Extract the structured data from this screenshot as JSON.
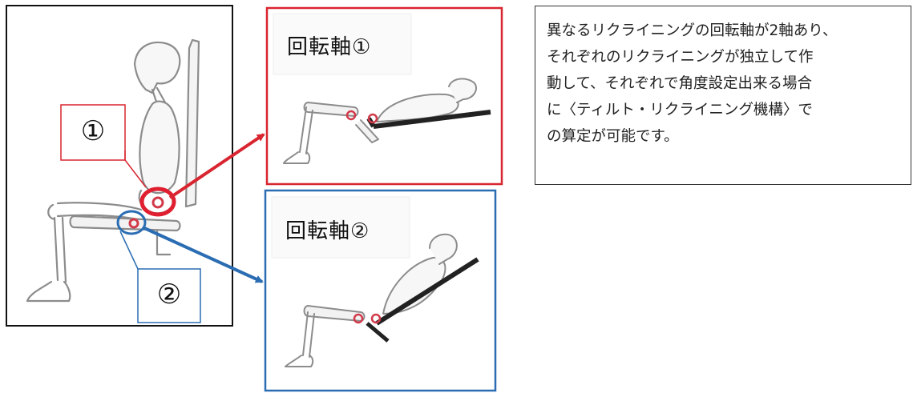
{
  "diagram": {
    "callout_1": "①",
    "callout_2": "②",
    "axis_1_title": "回転軸①",
    "axis_2_title": "回転軸②",
    "description_lines": [
      "異なるリクライニングの回転軸が2軸あり、",
      "それぞれのリクライニングが独立して作",
      "動して、それぞれで角度設定出来る場合",
      "に〈ティルト・リクライニング機構〉で",
      "の算定が可能です。"
    ],
    "colors": {
      "red": "#d9252f",
      "blue": "#2a6db3",
      "pivot": "#d23a4a",
      "sketch": "#9a9a9a",
      "frame": "#1a1a1a"
    }
  }
}
